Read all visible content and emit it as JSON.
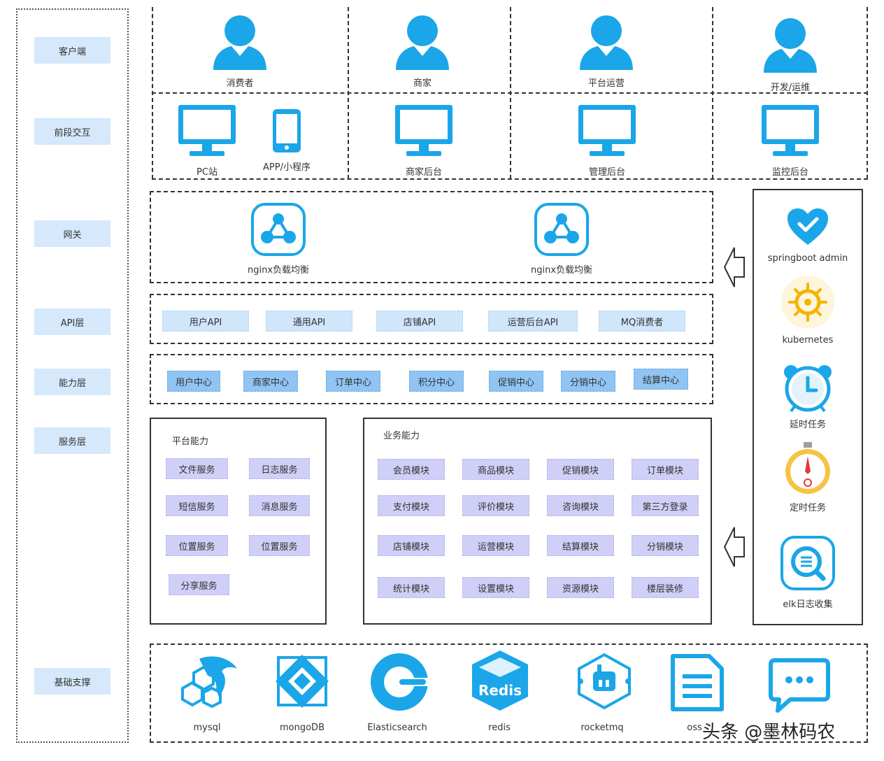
{
  "layers": [
    {
      "key": "client",
      "label": "客户端"
    },
    {
      "key": "frontend",
      "label": "前段交互"
    },
    {
      "key": "gateway",
      "label": "网关"
    },
    {
      "key": "api",
      "label": "API层"
    },
    {
      "key": "capability",
      "label": "能力层"
    },
    {
      "key": "service",
      "label": "服务层"
    },
    {
      "key": "infra",
      "label": "基础支撑"
    }
  ],
  "users": [
    {
      "label": "消费者",
      "icon": "user-icon"
    },
    {
      "label": "商家",
      "icon": "user-icon"
    },
    {
      "label": "平台运营",
      "icon": "user-icon"
    },
    {
      "label": "开发/运维",
      "icon": "user-icon"
    }
  ],
  "frontends": [
    {
      "label": "PC站",
      "icon": "monitor-icon"
    },
    {
      "label": "APP/小程序",
      "icon": "phone-icon"
    },
    {
      "label": "商家后台",
      "icon": "monitor-icon"
    },
    {
      "label": "管理后台",
      "icon": "monitor-icon"
    },
    {
      "label": "监控后台",
      "icon": "monitor-icon"
    }
  ],
  "gateways": [
    {
      "label": "nginx负载均衡",
      "icon": "load-balancer-icon"
    },
    {
      "label": "nginx负载均衡",
      "icon": "load-balancer-icon"
    }
  ],
  "apis": [
    "用户API",
    "通用API",
    "店铺API",
    "运营后台API",
    "MQ消费者"
  ],
  "capabilities": [
    "用户中心",
    "商家中心",
    "订单中心",
    "积分中心",
    "促销中心",
    "分销中心",
    "结算中心"
  ],
  "platform": {
    "title": "平台能力",
    "items": [
      "文件服务",
      "日志服务",
      "短信服务",
      "消息服务",
      "位置服务",
      "位置服务",
      "分享服务"
    ]
  },
  "business": {
    "title": "业务能力",
    "items": [
      "会员模块",
      "商品模块",
      "促销模块",
      "订单模块",
      "支付模块",
      "评价模块",
      "咨询模块",
      "第三方登录",
      "店铺模块",
      "运营模块",
      "结算模块",
      "分销模块",
      "统计模块",
      "设置模块",
      "资源模块",
      "楼层装修"
    ]
  },
  "monitor": [
    {
      "label": "springboot admin",
      "icon": "heart-check-icon"
    },
    {
      "label": "kubernetes",
      "icon": "helm-icon"
    },
    {
      "label": "延时任务",
      "icon": "alarm-clock-icon"
    },
    {
      "label": "定时任务",
      "icon": "stopwatch-icon"
    },
    {
      "label": "elk日志收集",
      "icon": "search-log-icon"
    }
  ],
  "infra": [
    {
      "label": "mysql",
      "icon": "mysql-dolphin-icon"
    },
    {
      "label": "mongoDB",
      "icon": "mongodb-icon"
    },
    {
      "label": "Elasticsearch",
      "icon": "elasticsearch-icon"
    },
    {
      "label": "redis",
      "icon": "redis-icon",
      "text": "Redis"
    },
    {
      "label": "rocketmq",
      "icon": "rocketmq-icon"
    },
    {
      "label": "oss",
      "icon": "document-icon"
    },
    {
      "label": "",
      "icon": "chat-bubble-icon"
    }
  ],
  "watermark": "头条 @墨林码农",
  "colors": {
    "accent": "#1aa6e8",
    "layer_bg": "#d6e8fb",
    "api_bg": "#cfe6fb",
    "cap_bg": "#8fc4f3",
    "svc_bg": "#cfcff7"
  }
}
